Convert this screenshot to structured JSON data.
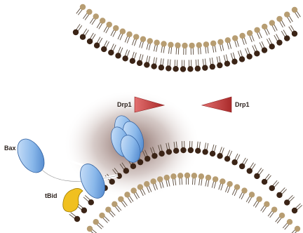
{
  "labels": {
    "drp1_left": "Drp1",
    "drp1_right": "Drp1",
    "bax": "Bax",
    "tbid": "tBid"
  },
  "colors": {
    "headgroup_outer": "#b79d72",
    "headgroup_inner": "#3b2416",
    "tail": "#5a4a3c",
    "drp1": "#c93c3c",
    "bax": "#7fb0e6",
    "tbid": "#f0c020",
    "halo": "#7a5a52"
  }
}
